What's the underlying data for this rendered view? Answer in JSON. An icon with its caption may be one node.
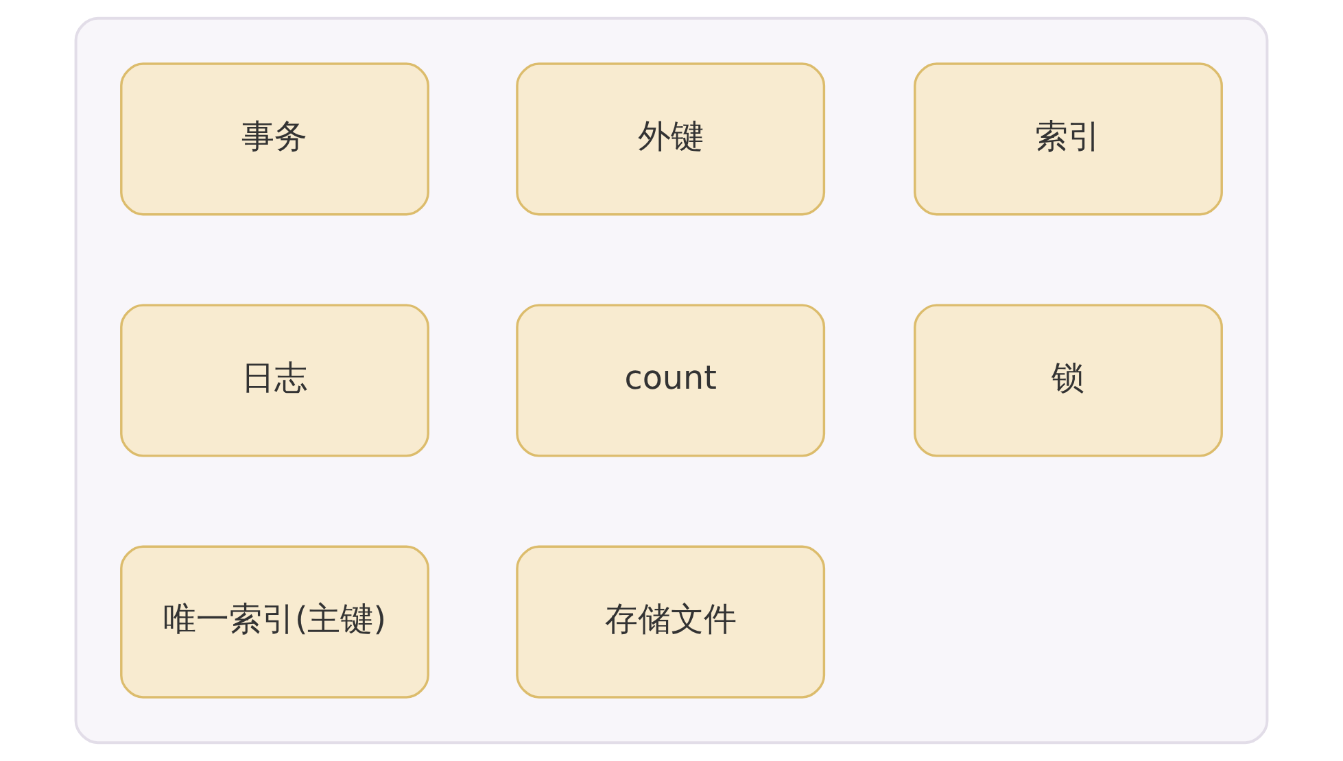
{
  "diagram": {
    "nodes": [
      {
        "text": [],
        "shape": "box"
      },
      {
        "text": [
          "事务"
        ],
        "in": 0
      },
      {
        "text": [
          "外键"
        ],
        "in": 0
      },
      {
        "text": [
          "索引"
        ],
        "in": 0
      },
      {
        "text": [
          "日志"
        ],
        "in": 0
      },
      {
        "text": [
          "count"
        ],
        "in": 0
      },
      {
        "text": [
          "锁"
        ],
        "in": 0
      },
      {
        "text": [
          "唯一索引(主键)"
        ],
        "in": 0
      },
      {
        "text": [
          "存储文件"
        ],
        "in": 0
      }
    ]
  }
}
